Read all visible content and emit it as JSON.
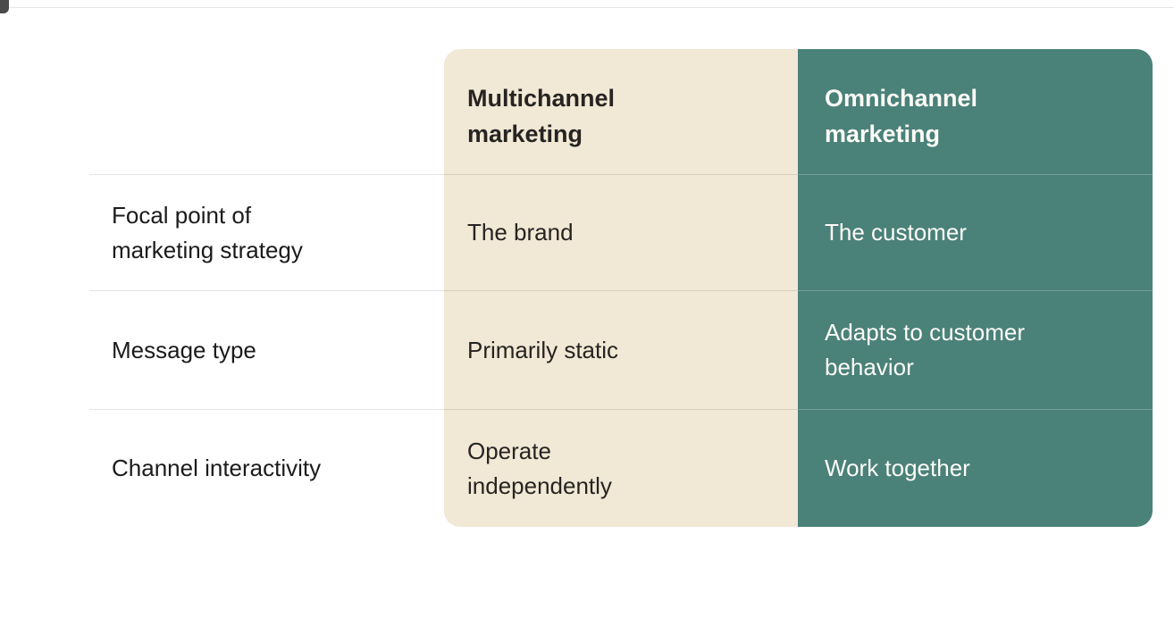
{
  "table": {
    "columns": [
      {
        "title": "Multichannel\nmarketing"
      },
      {
        "title": "Omnichannel\nmarketing"
      }
    ],
    "rows": [
      {
        "label": "Focal point of\nmarketing strategy",
        "multichannel": "The brand",
        "omnichannel": "The customer"
      },
      {
        "label": "Message type",
        "multichannel": "Primarily static",
        "omnichannel": "Adapts to customer\nbehavior"
      },
      {
        "label": "Channel interactivity",
        "multichannel": "Operate\nindependently",
        "omnichannel": "Work together"
      }
    ]
  },
  "colors": {
    "beige_column": "#f1e8d5",
    "teal_column": "#4a8179",
    "dark_text": "#1c1b1b",
    "light_text": "#fdfbf6",
    "separator_gray": "#e6e4e0"
  },
  "chart_data": {
    "type": "table",
    "columns": [
      "",
      "Multichannel marketing",
      "Omnichannel marketing"
    ],
    "rows": [
      [
        "Focal point of marketing strategy",
        "The brand",
        "The customer"
      ],
      [
        "Message type",
        "Primarily static",
        "Adapts to customer behavior"
      ],
      [
        "Channel interactivity",
        "Operate independently",
        "Work together"
      ]
    ]
  }
}
